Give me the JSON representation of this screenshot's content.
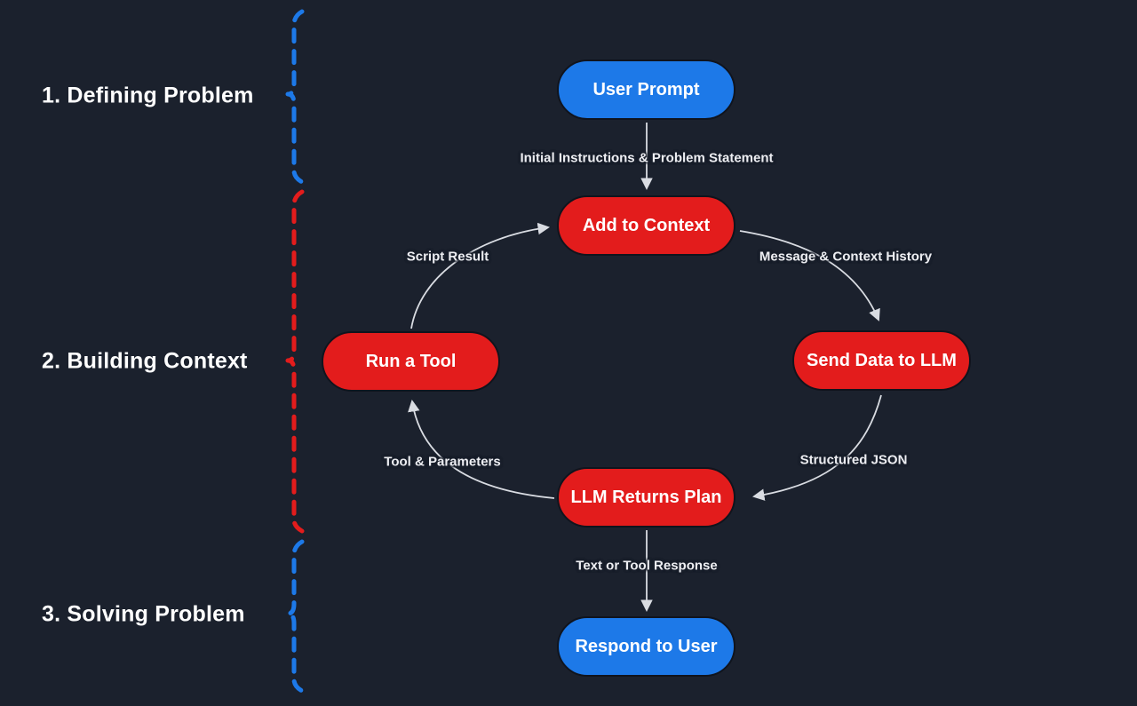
{
  "diagram_title": "LLM agent loop: defining problem, building context, solving problem",
  "colors": {
    "bg": "#1b212d",
    "blue": "#1d79e8",
    "red": "#e31c1c",
    "edge": "#d9dce2",
    "text": "#ffffff"
  },
  "sections": [
    {
      "label": "1. Defining Problem"
    },
    {
      "label": "2. Building Context"
    },
    {
      "label": "3. Solving Problem"
    }
  ],
  "nodes": {
    "user_prompt": {
      "label": "User Prompt",
      "color": "blue"
    },
    "add_to_context": {
      "label": "Add to Context",
      "color": "red"
    },
    "send_data_to_llm": {
      "label": "Send Data to LLM",
      "color": "red"
    },
    "llm_returns_plan": {
      "label": "LLM Returns Plan",
      "color": "red"
    },
    "run_a_tool": {
      "label": "Run a Tool",
      "color": "red"
    },
    "respond_to_user": {
      "label": "Respond to User",
      "color": "blue"
    }
  },
  "edge_labels": {
    "initial_instructions": "Initial Instructions & Problem Statement",
    "message_context_history": "Message & Context History",
    "structured_json": "Structured JSON",
    "tool_parameters": "Tool & Parameters",
    "script_result": "Script Result",
    "text_or_tool_response": "Text or Tool Response"
  }
}
